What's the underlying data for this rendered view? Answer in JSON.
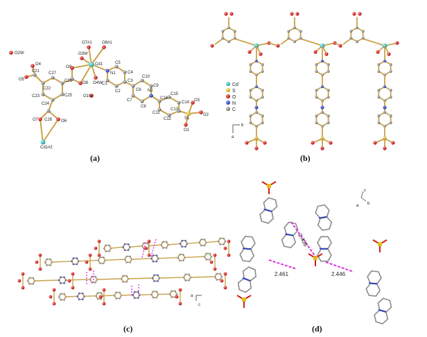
{
  "panels": {
    "a": {
      "caption": "(a)",
      "atom_labels": [
        "O2W",
        "O4",
        "C21",
        "O5",
        "C27",
        "C22",
        "C26",
        "C23",
        "C25",
        "C24",
        "O7",
        "C28",
        "O6",
        "Cd1#2",
        "O7#1",
        "O8#1",
        "O3W",
        "O9",
        "Cd1",
        "O8",
        "O4W",
        "O1W",
        "N1",
        "C5",
        "C4",
        "C1",
        "C3",
        "C2",
        "C6",
        "C10",
        "C9",
        "C7",
        "C8",
        "N2",
        "C16",
        "C15",
        "C14",
        "C11",
        "C13",
        "C12",
        "O3",
        "S1",
        "O2",
        "O1"
      ],
      "colors": {
        "cd": "#2ab7b7",
        "o": "#d21a1a",
        "c": "#7a7a7a",
        "n": "#2a3fc0",
        "s": "#e0c01a",
        "bond": "#c9a24a"
      }
    },
    "b": {
      "caption": "(b)",
      "legend": [
        {
          "symbol": "Cd",
          "color": "#2ab7b7"
        },
        {
          "symbol": "S",
          "color": "#e0c01a"
        },
        {
          "symbol": "O",
          "color": "#d21a1a"
        },
        {
          "symbol": "N",
          "color": "#2a3fc0"
        },
        {
          "symbol": "C",
          "color": "#7a7a7a"
        }
      ],
      "axis": {
        "a": "a",
        "b": "b"
      }
    },
    "c": {
      "caption": "(c)",
      "axis": {
        "a": "a",
        "c": "c"
      }
    },
    "d": {
      "caption": "(d)",
      "distances": [
        "2.436",
        "2.461",
        "2.446"
      ],
      "axis": {
        "c": "c",
        "b": "b",
        "a": "a"
      }
    }
  }
}
